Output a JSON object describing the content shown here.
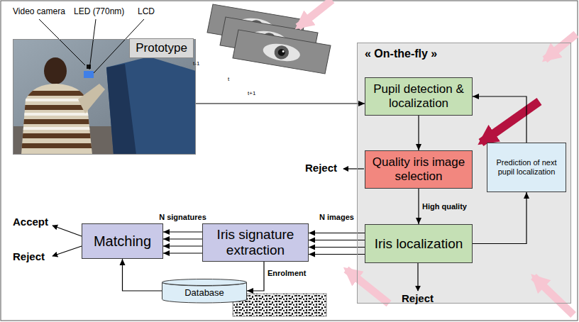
{
  "diagram": {
    "nodes": [
      {
        "text": [
          "Prototype"
        ]
      },
      {
        "text": [
          "« On-the-fly »"
        ]
      },
      {
        "text": [
          "Pupil detection & localization"
        ],
        "in": 1
      },
      {
        "text": [
          "Quality iris image selection"
        ],
        "in": 1
      },
      {
        "text": [
          "Prediction of next pupil localization"
        ],
        "in": 1
      },
      {
        "text": [
          "Iris localization"
        ],
        "in": 1
      },
      {
        "text": [
          "Matching"
        ]
      },
      {
        "text": [
          "Iris signature extraction"
        ]
      },
      {
        "text": [
          "Database"
        ]
      }
    ],
    "edges": [
      {
        "from": 0,
        "to": 2,
        "arrow": "to"
      },
      {
        "from": 2,
        "to": 3,
        "arrow": "to"
      },
      {
        "from": 3,
        "to": 5,
        "label": "High quality",
        "arrow": "to"
      },
      {
        "from": 5,
        "to": 4,
        "arrow": "to"
      },
      {
        "from": 4,
        "to": 2,
        "arrow": "to"
      },
      {
        "from": 5,
        "to": 7,
        "label": "N images",
        "arrow": "to"
      },
      {
        "from": 7,
        "to": 6,
        "label": "N signatures",
        "arrow": "to"
      },
      {
        "from": 7,
        "to": 8,
        "label": "Enrolment",
        "arrow": "to"
      },
      {
        "from": 8,
        "to": 6,
        "arrow": "to"
      }
    ],
    "labels": [
      "Video camera",
      "LED (770nm)",
      "LCD",
      "t-1",
      "t",
      "t+1",
      "Reject",
      "Reject",
      "Accept",
      "Reject"
    ]
  }
}
